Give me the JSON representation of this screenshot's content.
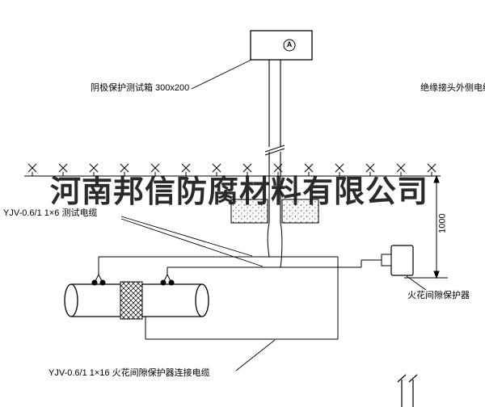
{
  "watermark": "河南邦信防腐材料有限公司",
  "labels": {
    "test_box": "阴极保护测试箱 300x200",
    "right_cable": "绝缘接头外侧电缆",
    "test_cable": "YJV-0.6/1  1×6  测试电缆",
    "spark_gap_cable": "YJV-0.6/1  1×16  火花间隙保护器连接电缆",
    "spark_gap": "火花间隙保护器",
    "dimension": "1000",
    "ammeter": "A"
  },
  "colors": {
    "line": "#000000",
    "background": "#ffffff",
    "watermark": "#141414"
  }
}
